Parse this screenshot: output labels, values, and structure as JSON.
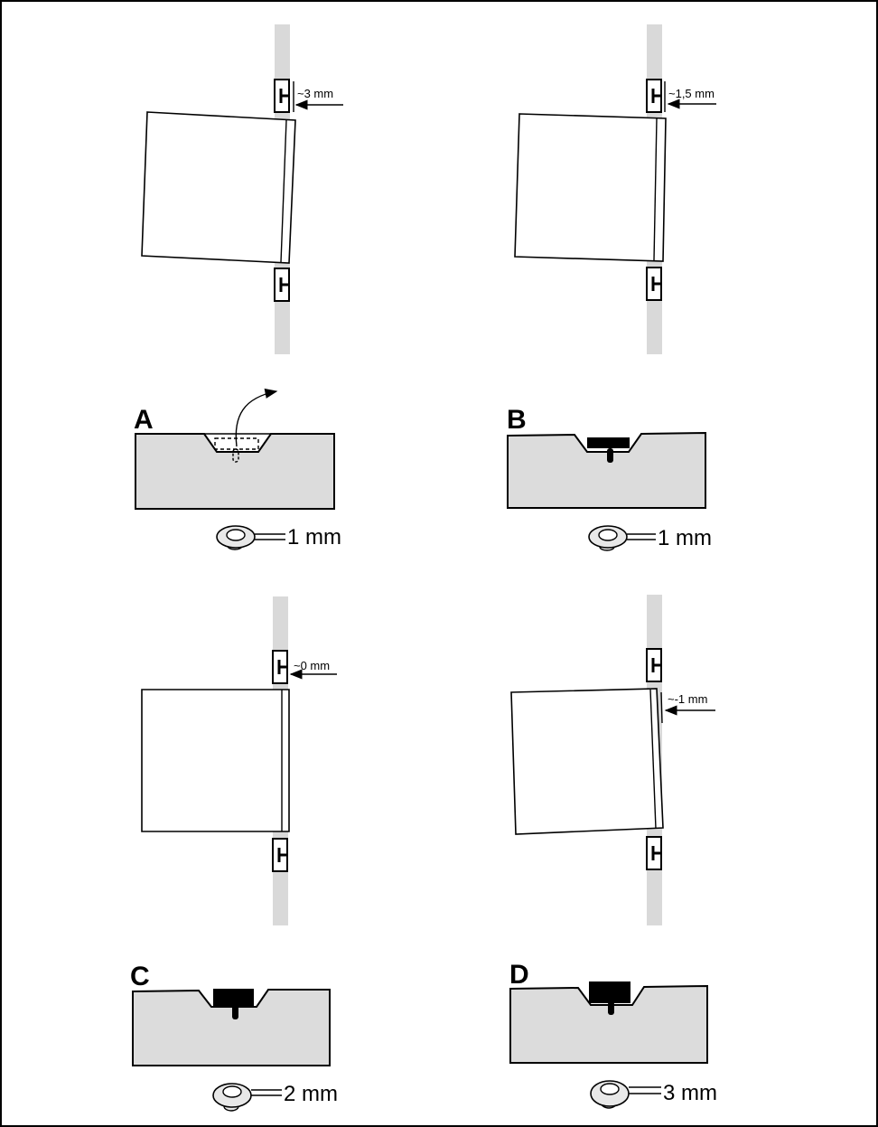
{
  "panels": [
    {
      "id": "A",
      "label": "A",
      "gap": "~3 mm",
      "shim": "1 mm"
    },
    {
      "id": "B",
      "label": "B",
      "gap": "~1,5 mm",
      "shim": "1 mm"
    },
    {
      "id": "C",
      "label": "C",
      "gap": "~0 mm",
      "shim": "2 mm"
    },
    {
      "id": "D",
      "label": "D",
      "gap": "~-1 mm",
      "shim": "3 mm"
    }
  ],
  "colors": {
    "rail": "#d9d9d9",
    "block": "#dcdcdc",
    "line": "#000000"
  }
}
